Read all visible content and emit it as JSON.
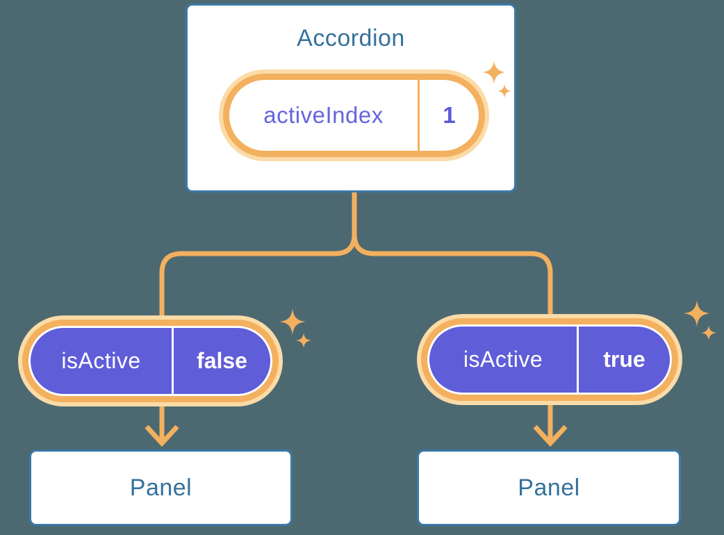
{
  "palette": {
    "background": "#4C6971",
    "card_border": "#3B79A8",
    "heading_text": "#35719B",
    "connector_orange": "#F3B05F",
    "halo_orange": "#FBDBA7",
    "pill_purple": "#5F5DD8",
    "state_name_purple": "#6565DE",
    "state_value_purple": "#5A5AD6",
    "white": "#FFFFFF"
  },
  "accordion": {
    "title": "Accordion",
    "state": {
      "name": "activeIndex",
      "value": "1"
    }
  },
  "branches": {
    "left": {
      "prop": {
        "name": "isActive",
        "value": "false"
      },
      "panel": "Panel"
    },
    "right": {
      "prop": {
        "name": "isActive",
        "value": "true"
      },
      "panel": "Panel"
    }
  }
}
